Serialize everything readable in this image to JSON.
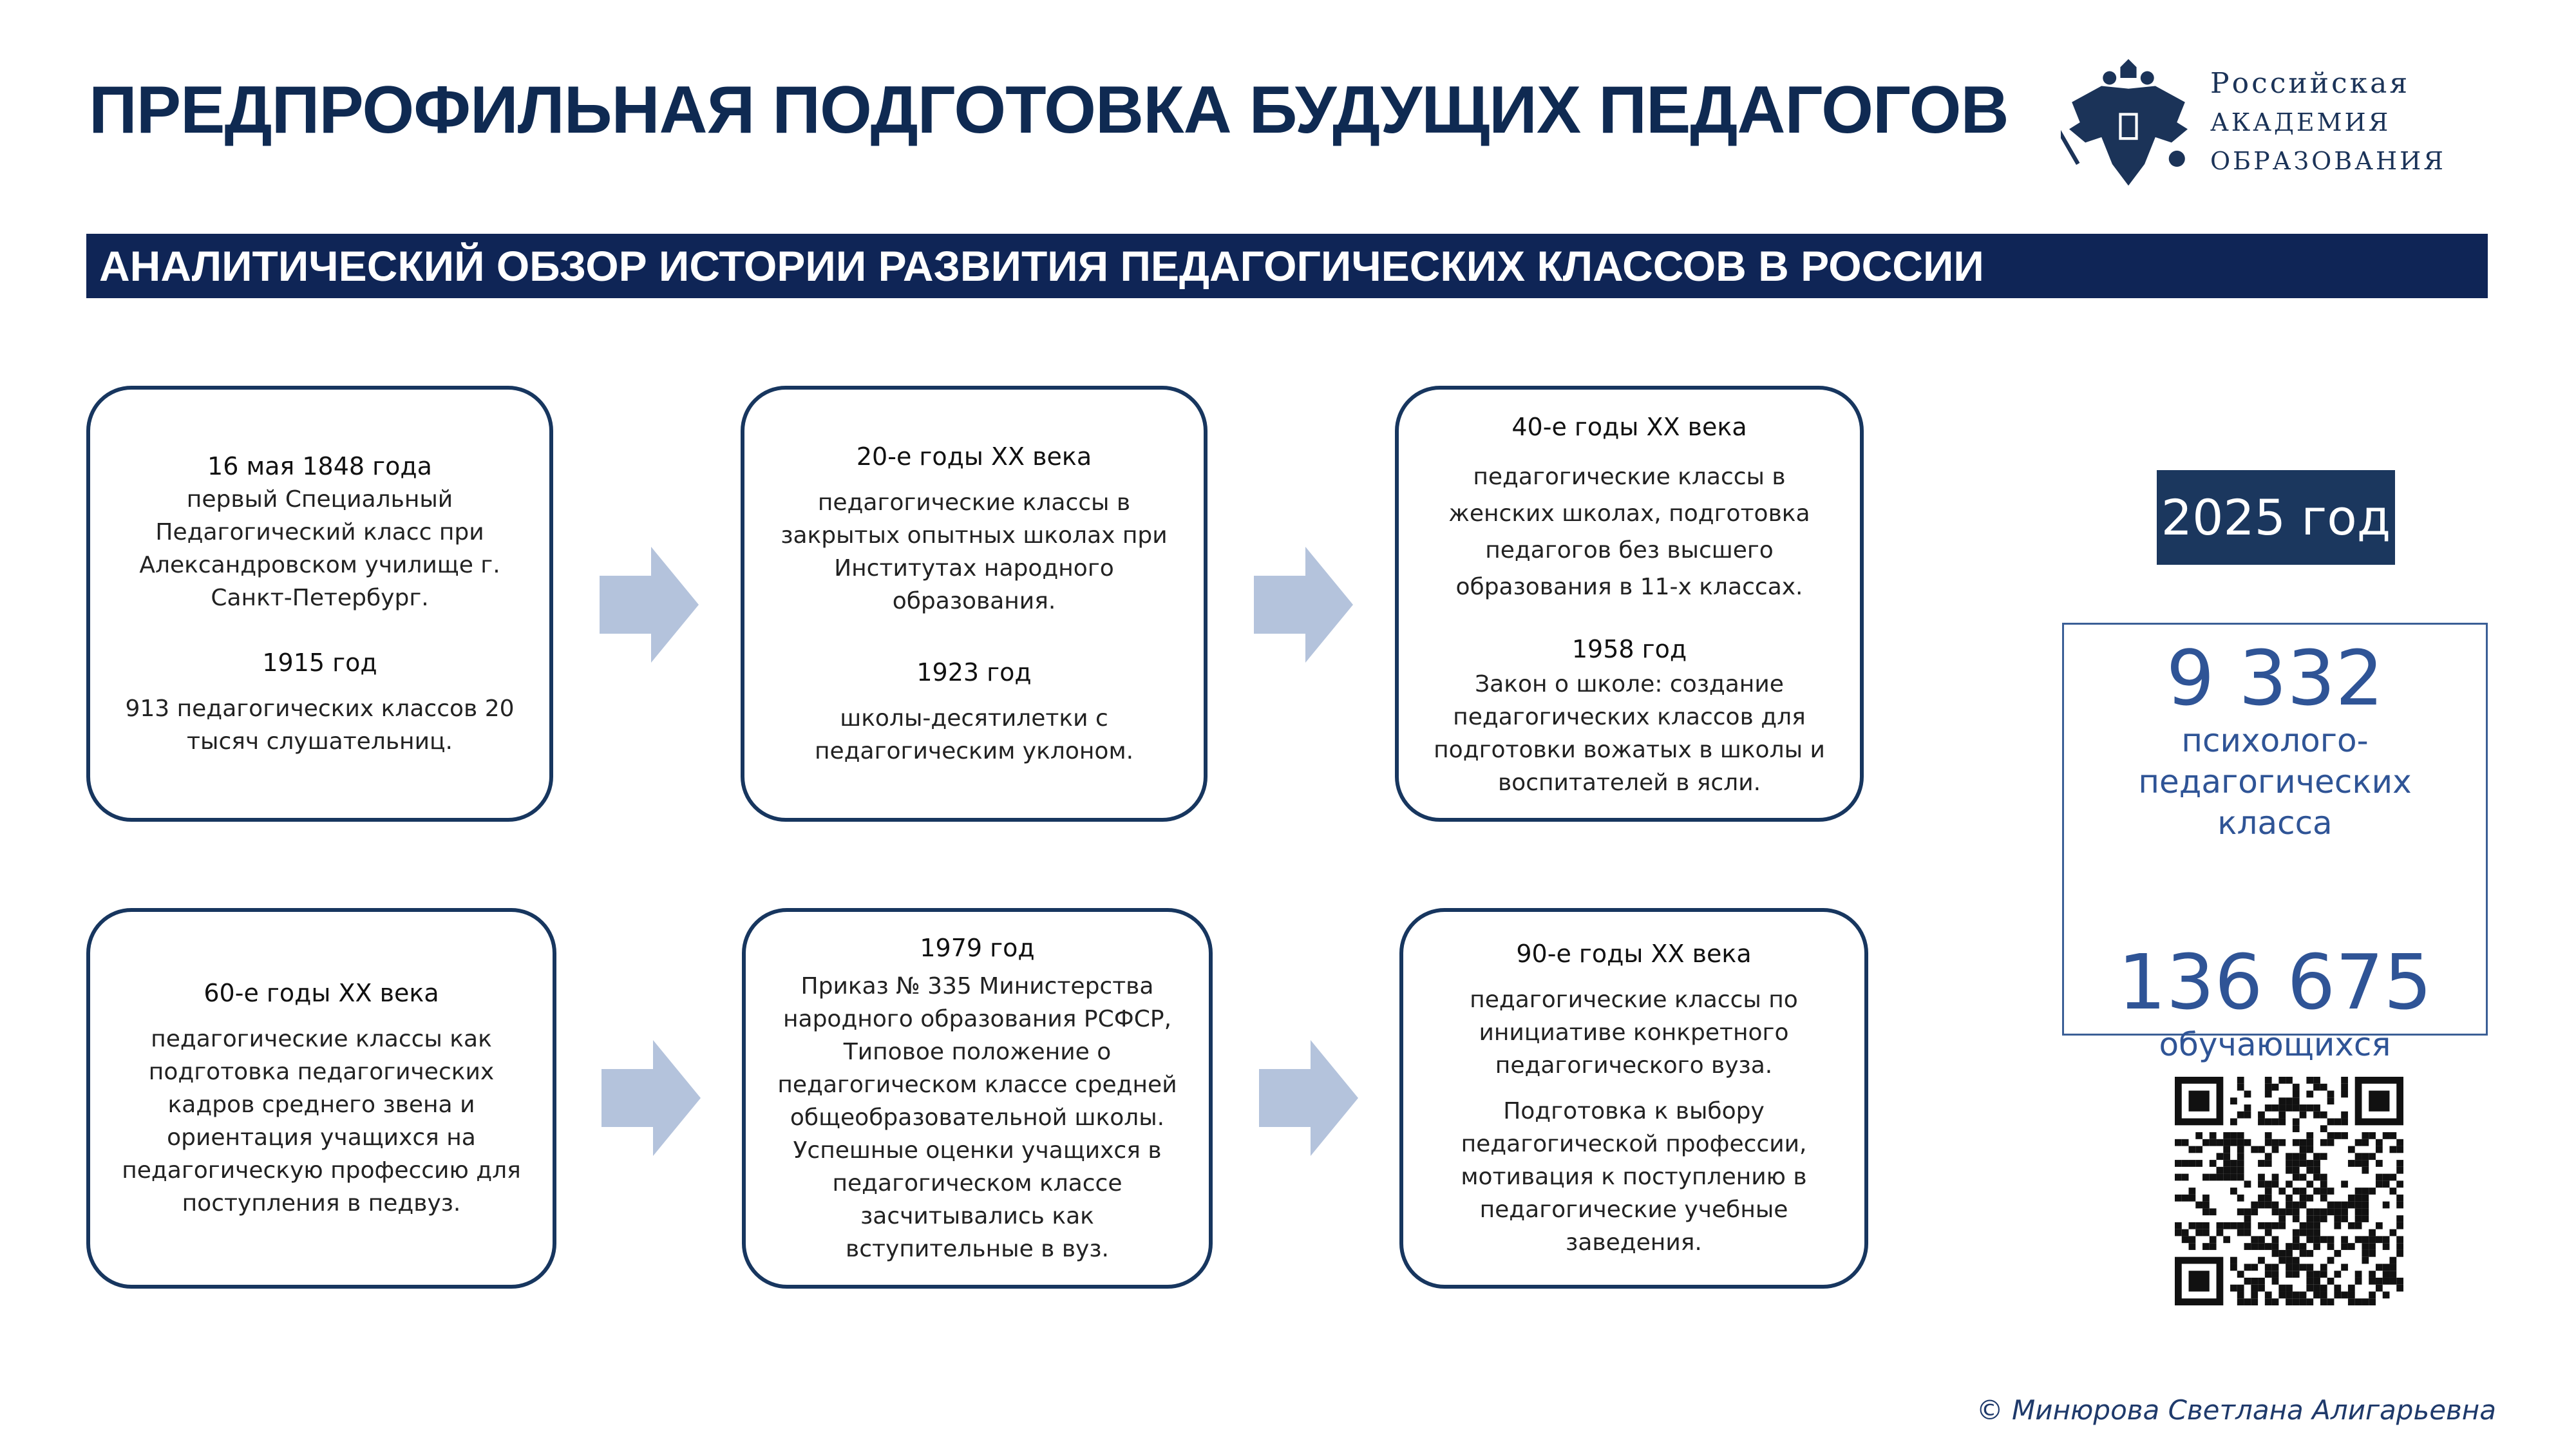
{
  "header": {
    "title": "ПРЕДПРОФИЛЬНАЯ ПОДГОТОВКА БУДУЩИХ ПЕДАГОГОВ",
    "logo_lines": [
      "Российская",
      "академия",
      "образования"
    ]
  },
  "banner": "АНАЛИТИЧЕСКИЙ ОБЗОР ИСТОРИИ РАЗВИТИЯ ПЕДАГОГИЧЕСКИХ КЛАССОВ В РОССИИ",
  "cards": [
    {
      "blocks": [
        {
          "h": "16 мая 1848 года",
          "t": "первый Специальный Педагогический класс при Александровском училище г. Санкт-Петербург."
        },
        {
          "h": "1915 год",
          "t": "913 педагогических классов 20 тысяч слушательниц."
        }
      ]
    },
    {
      "blocks": [
        {
          "h": "20-е годы XX века",
          "t": "педагогические классы в закрытых опытных школах при Институтах народного образования."
        },
        {
          "h": "1923 год",
          "t": "школы-десятилетки с педагогическим уклоном."
        }
      ]
    },
    {
      "blocks": [
        {
          "h": "40-е годы XX века",
          "t": "педагогические классы в женских школах, подготовка педагогов без высшего образования в 11-х классах."
        },
        {
          "h": "1958 год",
          "t": "Закон о школе: создание педагогических классов для подготовки вожатых в школы и воспитателей в ясли."
        }
      ]
    },
    {
      "blocks": [
        {
          "h": "60-е годы XX века",
          "t": "педагогические классы как подготовка педагогических кадров среднего звена и ориентация учащихся на педагогическую профессию для поступления в педвуз."
        }
      ]
    },
    {
      "blocks": [
        {
          "h": "1979 год",
          "t": "Приказ № 335 Министерства народного образования РСФСР, Типовое положение о педагогическом классе средней общеобразовательной школы. Успешные оценки учащихся в педагогическом классе засчитывались как вступительные в вуз."
        }
      ]
    },
    {
      "blocks": [
        {
          "h": "90-е годы XX века",
          "t": "педагогические классы по инициативе конкретного педагогического вуза."
        },
        {
          "h": "",
          "t": "Подготовка к выбору педагогической профессии, мотивация к поступлению в педагогические учебные заведения."
        }
      ]
    }
  ],
  "year": "2025 год",
  "stats": {
    "classes_value": "9 332",
    "classes_label": "психолого-педагогических класса",
    "students_value": "136 675",
    "students_label": "обучающихся"
  },
  "copyright": "© Минюрова Светлана Алигарьевна",
  "colors": {
    "navy": "#0f2556",
    "arrow": "#b4c3dc",
    "stat": "#2f5496"
  }
}
